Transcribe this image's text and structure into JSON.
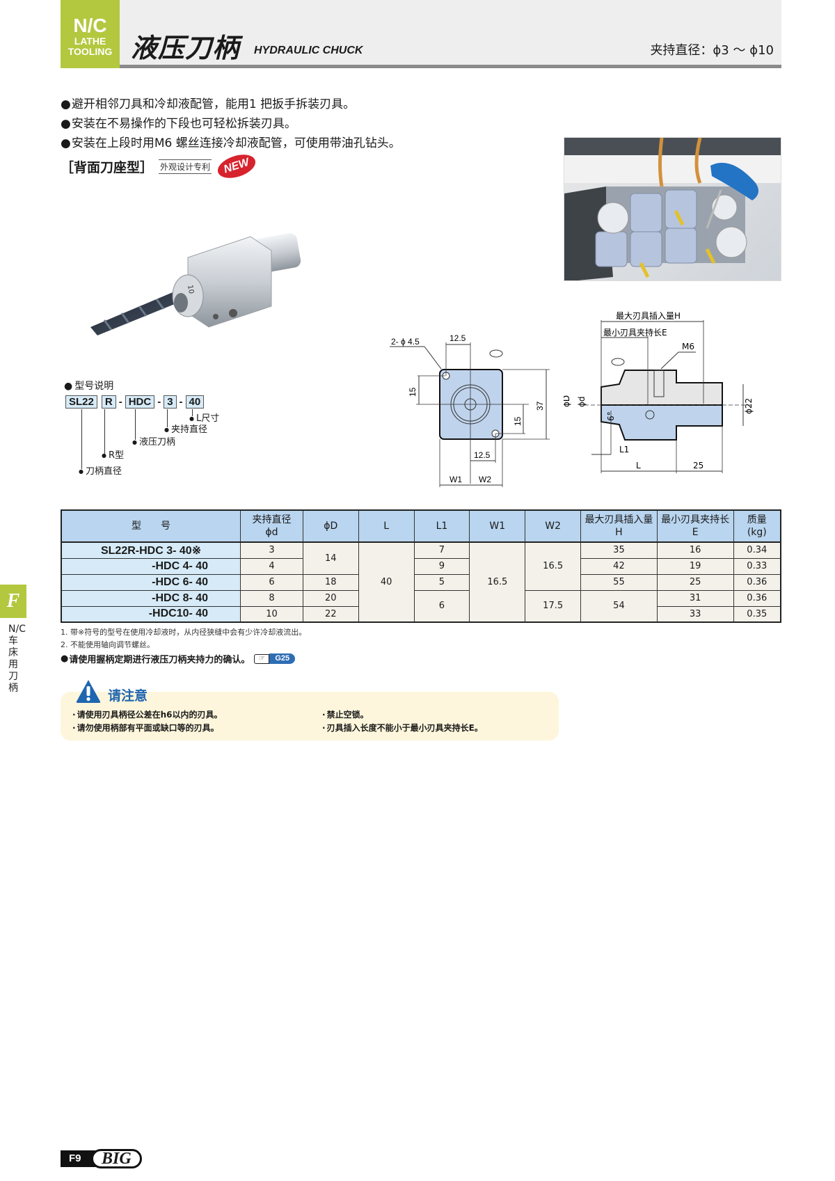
{
  "header": {
    "tab_big": "N/C",
    "tab_small_1": "LATHE",
    "tab_small_2": "TOOLING",
    "title_cn": "液压刀柄",
    "title_en": "HYDRAULIC CHUCK",
    "range": "夹持直径：ϕ3 ～ ϕ10"
  },
  "features": [
    "避开相邻刀具和冷却液配管，能用1 把扳手拆装刃具。",
    "安装在不易操作的下段也可轻松拆装刃具。",
    "安装在上段时用M6 螺丝连接冷却液配管，可使用带油孔钻头。"
  ],
  "series": {
    "type": "［背面刀座型］",
    "patent": "外观设计专利",
    "badge": "NEW"
  },
  "model_explanation": {
    "title": "型号说明",
    "parts": [
      "SL22",
      "R",
      "HDC",
      "3",
      "40"
    ],
    "separators": [
      "-",
      "-",
      "-"
    ],
    "legend": {
      "shank": "刀柄直径",
      "r_type": "R型",
      "hydraulic": "液压刀柄",
      "clamp_dia": "夹持直径",
      "l_size": "L尺寸"
    }
  },
  "front_drawing": {
    "holes": "2- ϕ 4.5",
    "dim_12_5_top": "12.5",
    "dim_12_5_bottom": "12.5",
    "dim_15_left": "15",
    "dim_15_right": "15",
    "dim_37": "37",
    "w1": "W1",
    "w2": "W2"
  },
  "side_drawing": {
    "max_insert": "最大刃具插入量H",
    "min_clamp": "最小刃具夹持长E",
    "m6": "M6",
    "phi_D": "ϕD",
    "phi_d": "ϕd",
    "angle": "6°",
    "phi_22": "ϕ22",
    "L1": "L1",
    "L": "L",
    "dim_25": "25"
  },
  "table": {
    "headers": [
      {
        "line1": "型　　号",
        "line2": ""
      },
      {
        "line1": "夹持直径",
        "line2": "ϕd"
      },
      {
        "line1": "ϕD",
        "line2": ""
      },
      {
        "line1": "L",
        "line2": ""
      },
      {
        "line1": "L1",
        "line2": ""
      },
      {
        "line1": "W1",
        "line2": ""
      },
      {
        "line1": "W2",
        "line2": ""
      },
      {
        "line1": "最大刃具插入量",
        "line2": "H"
      },
      {
        "line1": "最小刃具夹持长",
        "line2": "E"
      },
      {
        "line1": "质量",
        "line2": "(kg)"
      }
    ],
    "rows": [
      {
        "model": "SL22R-HDC  3- 40※",
        "d": "3",
        "D": "14",
        "L": "40",
        "L1": "7",
        "W1": "16.5",
        "W2": "16.5",
        "H": "35",
        "E": "16",
        "mass": "0.34"
      },
      {
        "model": "-HDC  4- 40",
        "d": "4",
        "D": "14",
        "L": "40",
        "L1": "9",
        "W1": "16.5",
        "W2": "16.5",
        "H": "42",
        "E": "19",
        "mass": "0.33"
      },
      {
        "model": "-HDC  6- 40",
        "d": "6",
        "D": "18",
        "L": "40",
        "L1": "5",
        "W1": "16.5",
        "W2": "16.5",
        "H": "55",
        "E": "25",
        "mass": "0.36"
      },
      {
        "model": "-HDC  8- 40",
        "d": "8",
        "D": "20",
        "L": "40",
        "L1": "6",
        "W1": "16.5",
        "W2": "17.5",
        "H": "54",
        "E": "31",
        "mass": "0.36"
      },
      {
        "model": "-HDC10- 40",
        "d": "10",
        "D": "22",
        "L": "40",
        "L1": "6",
        "W1": "16.5",
        "W2": "17.5",
        "H": "54",
        "E": "33",
        "mass": "0.35"
      }
    ]
  },
  "notes": [
    "1. 带※符号的型号在使用冷却液时，从内径狭缝中会有少许冷却液流出。",
    "2. 不能使用轴向调节螺丝。"
  ],
  "check_note": "请使用握柄定期进行液压刀柄夹持力的确认。",
  "check_ref": "G25",
  "caution": {
    "title": "请注意",
    "items": [
      "请使用刃具柄径公差在h6以内的刃具。",
      "请勿使用柄部有平面或缺口等的刃具。",
      "禁止空锁。",
      "刃具插入长度不能小于最小刃具夹持长E。"
    ]
  },
  "side_tab": {
    "letter": "F",
    "text": "N/C车床用刀柄"
  },
  "footer": {
    "page": "F9",
    "brand": "BIG"
  },
  "colors": {
    "accent_green": "#b3c83f",
    "table_header_blue": "#b9d5ef",
    "model_cell_blue": "#d6ebf7",
    "caution_blue": "#1f66b0",
    "new_red": "#d7232e"
  }
}
